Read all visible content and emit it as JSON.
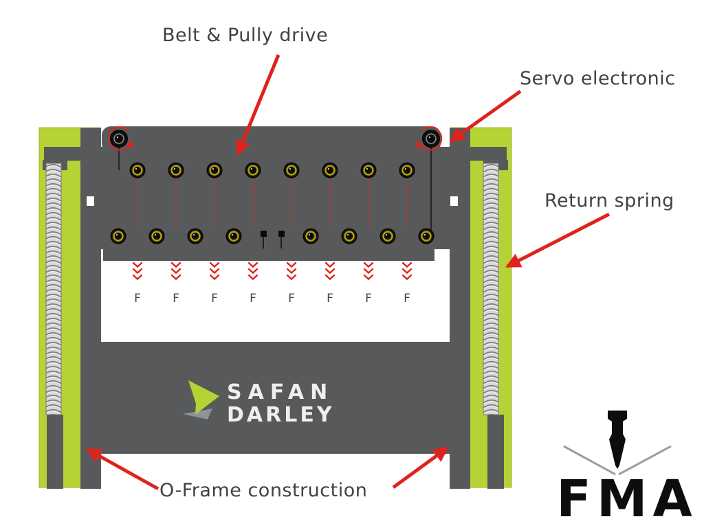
{
  "colors": {
    "frame_green": "#b5d334",
    "machine_gray": "#58595b",
    "arrow_red": "#df231c",
    "label_text": "#3d4346",
    "logo_white": "#efefef",
    "fma_black": "#0d0d0d"
  },
  "annotations": {
    "belt_pulley_drive": "Belt & Pully drive",
    "servo_electronic": "Servo electronic",
    "return_spring": "Return spring",
    "oframe_construction": "O-Frame construction"
  },
  "machine": {
    "force_labels": [
      "F",
      "F",
      "F",
      "F",
      "F",
      "F",
      "F",
      "F"
    ]
  },
  "brand": {
    "safan": "SAFAN",
    "darley": "DARLEY"
  },
  "fma": {
    "text": "FMA"
  }
}
